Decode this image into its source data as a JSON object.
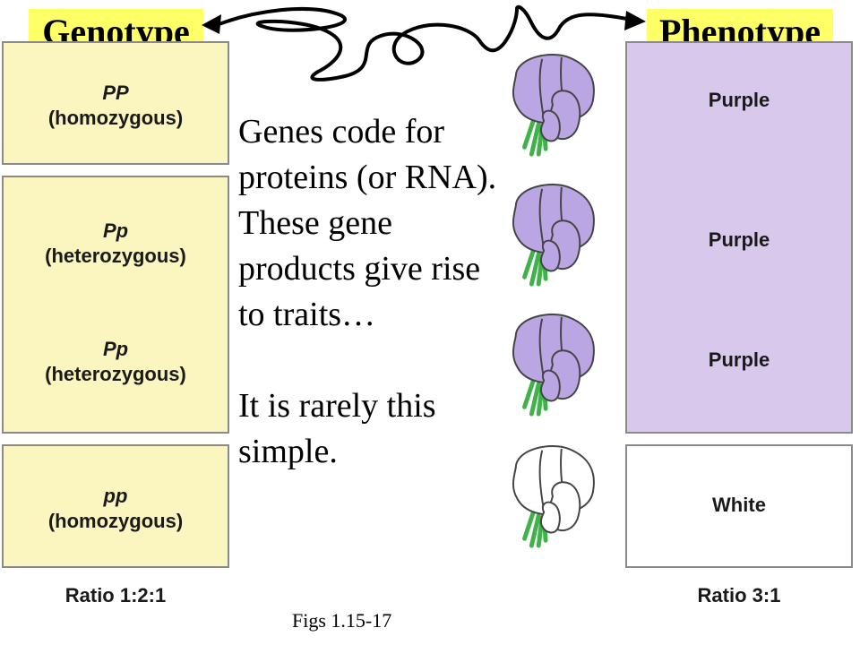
{
  "header": {
    "genotype_label": "Genotype",
    "phenotype_label": "Phenotype"
  },
  "genotypes": [
    {
      "allele": "PP",
      "type": "(homozygous)"
    },
    {
      "allele": "Pp",
      "type": "(heterozygous)"
    },
    {
      "allele": "Pp",
      "type": "(heterozygous)"
    },
    {
      "allele": "pp",
      "type": "(homozygous)"
    }
  ],
  "phenotypes": [
    "Purple",
    "Purple",
    "Purple",
    "White"
  ],
  "ratios": {
    "genotype": "Ratio 1:2:1",
    "phenotype": "Ratio 3:1"
  },
  "main_text": {
    "line1": "Genes code for",
    "line2": "proteins (or RNA).",
    "line3": "These gene",
    "line4": "products give rise",
    "line5": "to traits…",
    "line6": "It is rarely this",
    "line7": "simple."
  },
  "caption": "Figs 1.15-17",
  "colors": {
    "header_bg": "#ffff66",
    "genotype_bg": "#fbf6c0",
    "purple_bg": "#d8c8ec",
    "purple_flower": "#b9a6e3",
    "white_flower": "#ffffff",
    "stem": "#3fb34a"
  },
  "icons": [
    "tangled-arrow-icon",
    "purple-flower-icon",
    "white-flower-icon"
  ]
}
